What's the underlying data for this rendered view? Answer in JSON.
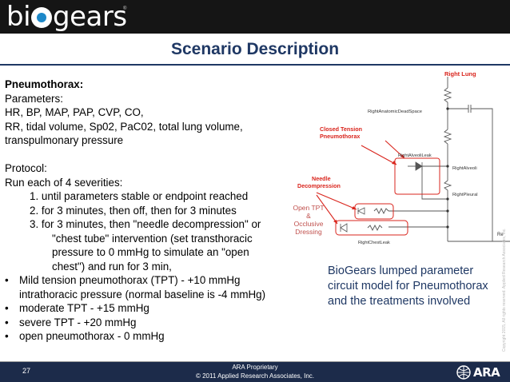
{
  "header": {
    "logo_prefix": "bi",
    "logo_suffix": "gears",
    "logo_tm": "®",
    "logo_colors": {
      "bar": "#151515",
      "dot": "#1d88c8"
    }
  },
  "slide": {
    "title": "Scenario Description",
    "lines": {
      "heading": "Pneumothorax:",
      "parameters": "Parameters:",
      "params_1": "HR, BP, MAP, PAP, CVP, CO,",
      "params_2": "RR, tidal volume, Sp02, PaC02, total lung volume,",
      "params_3": "transpulmonary pressure",
      "protocol": "Protocol:",
      "run": "Run each of 4 severities:",
      "step_1": "1.   until parameters stable or endpoint reached",
      "step_2": "2.   for 3 minutes, then off, then for 3 minutes",
      "step_3": "3.   for 3 minutes, then \"needle decompression\" or",
      "step_3_cont_1": "\"chest      tube\" intervention (set transthoracic",
      "step_3_cont_2": "pressure to 0 mmHg to            simulate an \"open",
      "step_3_cont_3": "chest\") and run for 3 min,",
      "bullet_1": "Mild tension pneumothorax (TPT) - +10 mmHg",
      "bullet_1_cont": "intrathoracic pressure (normal baseline is -4 mmHg)",
      "bullet_2": "moderate TPT - +15 mmHg",
      "bullet_3": "severe TPT - +20 mmHg",
      "bullet_4": "open pneumothorax - 0 mmHg",
      "bullet_symbol": "•"
    },
    "tags": {
      "open_tpt": "Open TPT",
      "amp": "&",
      "occlusive": "Occlusive",
      "dressing": "Dressing"
    },
    "caption": "BioGears lumped parameter circuit model for Pneumothorax and the treatments involved"
  },
  "circuit": {
    "right_lung": "Right Lung",
    "dead_space": "RightAnatomicDeadSpace",
    "closed_tension_1": "Closed Tension",
    "closed_tension_2": "Pneumothorax",
    "alveoli_leak": "RightAlveoliLeak",
    "alveoli": "RightAlveoli",
    "needle_1": "Needle",
    "needle_2": "Decompression",
    "pleural": "RightPleural",
    "chest_leak": "RightChestLeak",
    "re": "Re",
    "colors": {
      "red": "#d9241c",
      "wire": "#555555"
    }
  },
  "copyright": "Copyright 2015, All rights reserved. Applied Research Associates, Inc.",
  "footer": {
    "page": "27",
    "line_1": "ARA Proprietary",
    "line_2": "© 2011 Applied Research Associates, Inc.",
    "logo": "ARA",
    "bg": "#1c2b4a"
  }
}
